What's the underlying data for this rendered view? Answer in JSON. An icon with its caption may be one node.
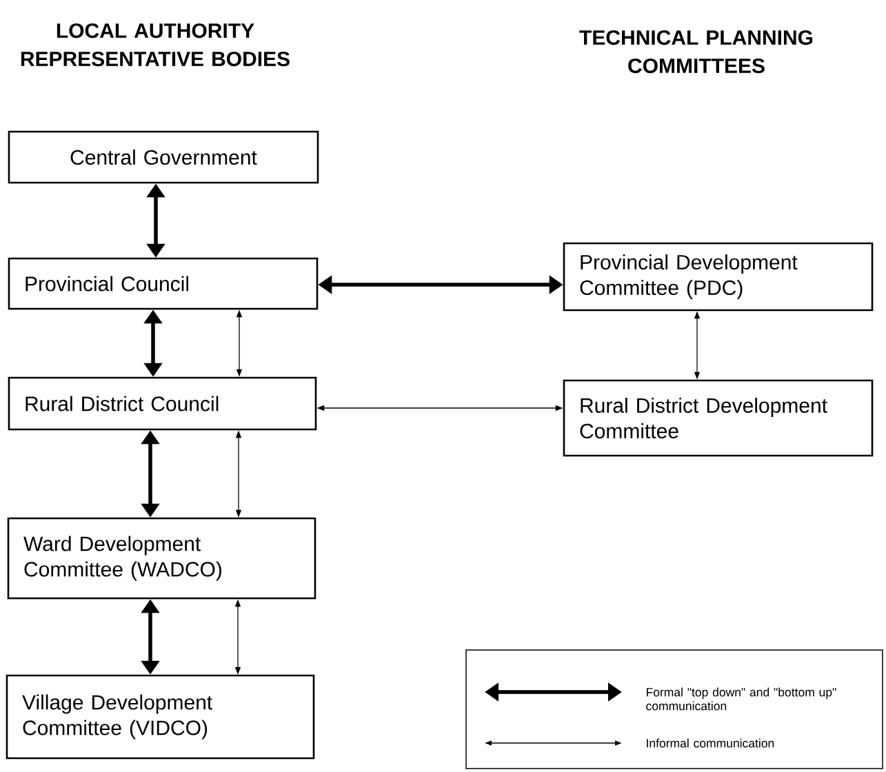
{
  "diagram": {
    "nodes": [
      {
        "text": [
          "Central Government"
        ]
      },
      {
        "text": [
          "Provincial Council"
        ]
      },
      {
        "text": [
          "Provincial Development Committee (PDC)"
        ]
      },
      {
        "text": [
          "Rural District Council"
        ]
      },
      {
        "text": [
          "Rural District Development Committee"
        ]
      },
      {
        "text": [
          "Ward Development Committee (WADCO)"
        ]
      },
      {
        "text": [
          "Village Development Committee (VIDCO)"
        ]
      }
    ],
    "edges": [
      {
        "from": 0,
        "to": 1,
        "arrow": "both",
        "style": "thick"
      },
      {
        "from": 1,
        "to": 2,
        "arrow": "both",
        "style": "thick"
      },
      {
        "from": 1,
        "to": 3,
        "arrow": "both",
        "style": "thick"
      },
      {
        "from": 1,
        "to": 3,
        "arrow": "both"
      },
      {
        "from": 2,
        "to": 4,
        "arrow": "both"
      },
      {
        "from": 3,
        "to": 4,
        "arrow": "both"
      },
      {
        "from": 3,
        "to": 5,
        "arrow": "both",
        "style": "thick"
      },
      {
        "from": 3,
        "to": 5,
        "arrow": "both"
      },
      {
        "from": 5,
        "to": 6,
        "arrow": "both",
        "style": "thick"
      },
      {
        "from": 5,
        "to": 6,
        "arrow": "both"
      }
    ],
    "labels": [
      "LOCAL AUTHORITY REPRESENTATIVE BODIES",
      "TECHNICAL PLANNING COMMITTEES"
    ],
    "legend": [
      {
        "text": "Formal \"top down\" and \"bottom up\" communication"
      },
      {
        "text": "Informal communication"
      }
    ]
  }
}
